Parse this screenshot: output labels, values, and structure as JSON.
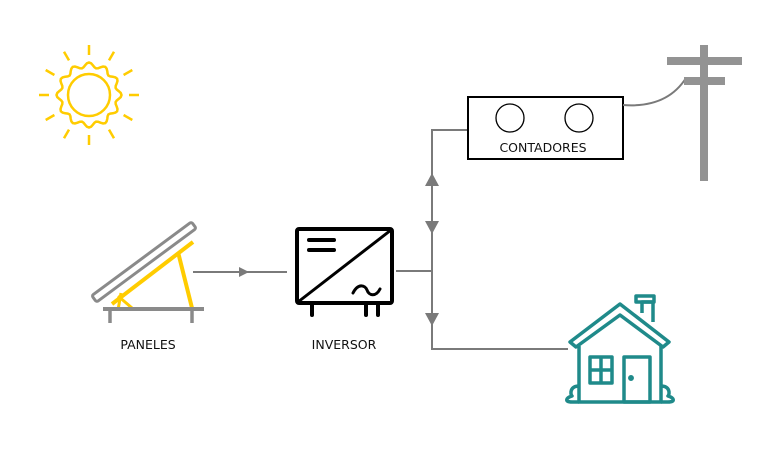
{
  "labels": {
    "panels": "PANELES",
    "inverter": "INVERSOR",
    "meters": "CONTADORES"
  },
  "colors": {
    "sun": "#FFCC00",
    "panel_frame": "#FFCC00",
    "gray": "#8a8a8a",
    "house": "#1F8A8A",
    "outline": "#000000"
  },
  "icons": [
    "sun-icon",
    "solar-panel-icon",
    "inverter-icon",
    "meter-box-icon",
    "utility-pole-icon",
    "house-icon"
  ]
}
